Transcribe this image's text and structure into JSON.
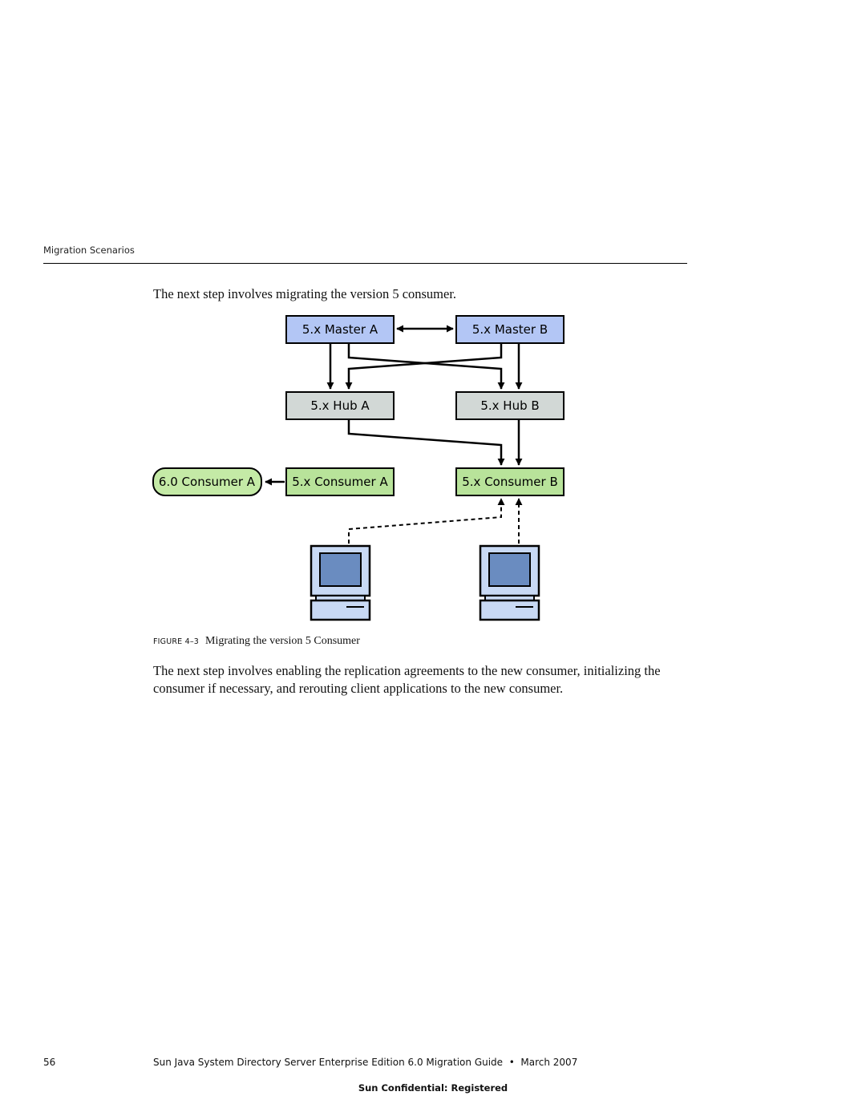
{
  "header": {
    "running_head": "Migration Scenarios"
  },
  "body": {
    "para_1": "The next step involves migrating the version 5 consumer.",
    "para_2": "The next step involves enabling the replication agreements to the new consumer, initializing the consumer if necessary, and rerouting client applications to the new consumer."
  },
  "figure": {
    "nodes": {
      "master_a": "5.x Master A",
      "master_b": "5.x Master B",
      "hub_a": "5.x Hub A",
      "hub_b": "5.x Hub B",
      "consumer_a": "5.x Consumer A",
      "consumer_b": "5.x Consumer B",
      "new_consumer_a": "6.0 Consumer A"
    },
    "colors": {
      "master_fill": "#b3c6f5",
      "hub_fill": "#d2d8d6",
      "consumer_fill": "#b8e39a",
      "new_consumer_fill": "#c4eaa6",
      "client_fill": "#c8d9f4",
      "client_screen": "#6a8cc0"
    },
    "icons": [
      "client-computer-icon",
      "client-computer-icon"
    ],
    "caption_label": "FIGURE 4–3",
    "caption_text": "Migrating the version 5 Consumer"
  },
  "footer": {
    "page_number": "56",
    "title": "Sun Java System Directory Server Enterprise Edition 6.0 Migration Guide  •  March 2007",
    "confidential": "Sun Confidential: Registered"
  }
}
